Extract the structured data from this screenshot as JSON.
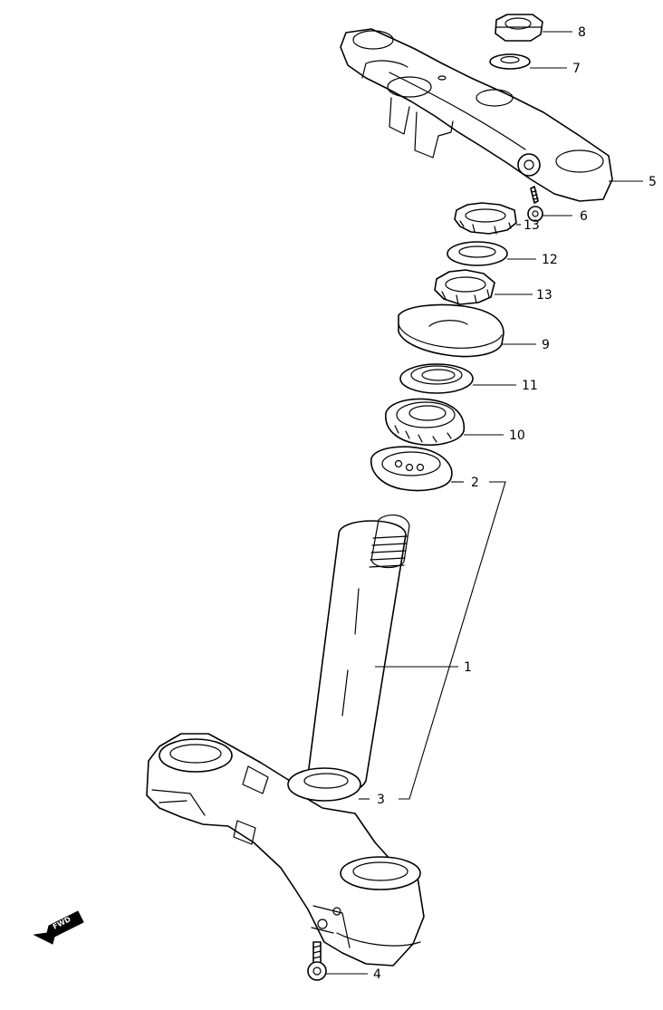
{
  "colors": {
    "line": "#000000",
    "background": "#ffffff"
  },
  "callouts": [
    {
      "id": "c8",
      "label": "8"
    },
    {
      "id": "c7",
      "label": "7"
    },
    {
      "id": "c5",
      "label": "5"
    },
    {
      "id": "c6",
      "label": "6"
    },
    {
      "id": "c13a",
      "label": "13"
    },
    {
      "id": "c12",
      "label": "12"
    },
    {
      "id": "c13b",
      "label": "13"
    },
    {
      "id": "c9",
      "label": "9"
    },
    {
      "id": "c11",
      "label": "11"
    },
    {
      "id": "c10",
      "label": "10"
    },
    {
      "id": "c2",
      "label": "2"
    },
    {
      "id": "c1",
      "label": "1"
    },
    {
      "id": "c3",
      "label": "3"
    },
    {
      "id": "c4",
      "label": "4"
    }
  ],
  "fwd_arrow": {
    "label": "FWD",
    "icon": "fwd-arrow-icon"
  }
}
